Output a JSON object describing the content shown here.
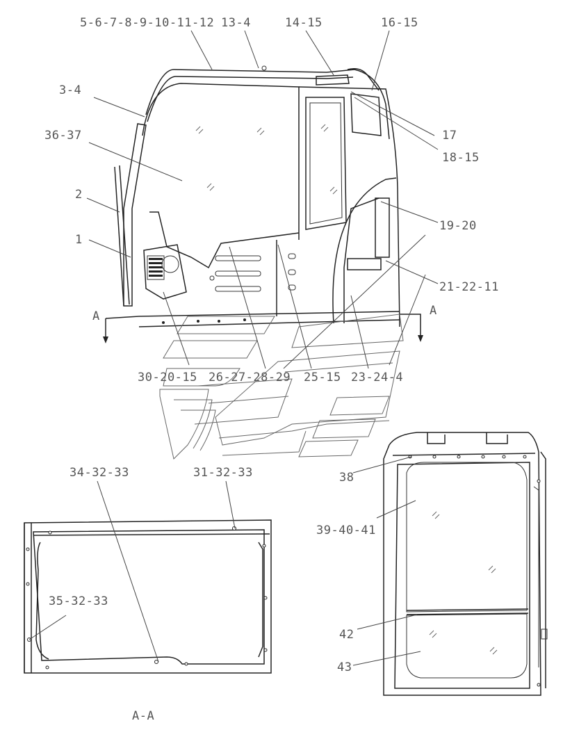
{
  "labels": {
    "l_5_12": "5-6-7-8-9-10-11-12",
    "l_13_4": "13-4",
    "l_14_15": "14-15",
    "l_16_15": "16-15",
    "l_3_4": "3-4",
    "l_36_37": "36-37",
    "l_17": "17",
    "l_18_15": "18-15",
    "l_2": "2",
    "l_1": "1",
    "l_19_20": "19-20",
    "l_21_22_11": "21-22-11",
    "l_A_left": "A",
    "l_A_right": "A",
    "l_30_20_15": "30-20-15",
    "l_26_29": "26-27-28-29",
    "l_25_15": "25-15",
    "l_23_24_4": "23-24-4",
    "l_34_32_33": "34-32-33",
    "l_31_32_33": "31-32-33",
    "l_38": "38",
    "l_39_40_41": "39-40-41",
    "l_35_32_33": "35-32-33",
    "l_42": "42",
    "l_43": "43",
    "l_section": "A-A"
  }
}
